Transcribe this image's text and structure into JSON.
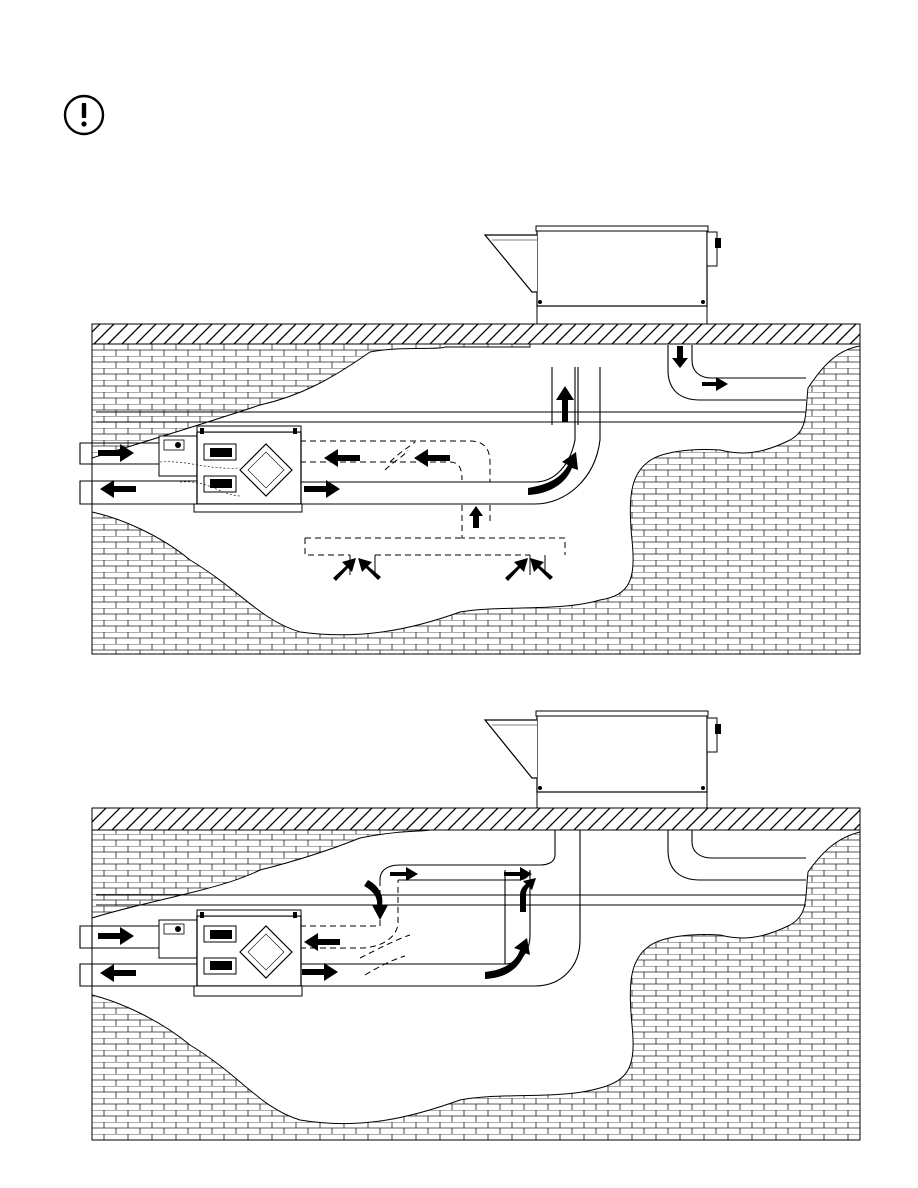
{
  "page": {
    "warning_icon": "exclamation-circle-icon"
  },
  "diagrams": [
    {
      "id": "top",
      "mode": "range-hood-exhaust-through-hrv-bypass",
      "components": [
        "range-hood",
        "hrv-unit",
        "heat-exchanger-core",
        "supply-fan",
        "exhaust-fan",
        "ceiling",
        "brick-wall",
        "duct-run",
        "exterior-duct-terminals",
        "return-grilles"
      ]
    },
    {
      "id": "bottom",
      "mode": "range-hood-direct-exhaust",
      "components": [
        "range-hood",
        "hrv-unit",
        "heat-exchanger-core",
        "supply-fan",
        "exhaust-fan",
        "ceiling",
        "brick-wall",
        "duct-run",
        "exterior-duct-terminals"
      ]
    }
  ]
}
